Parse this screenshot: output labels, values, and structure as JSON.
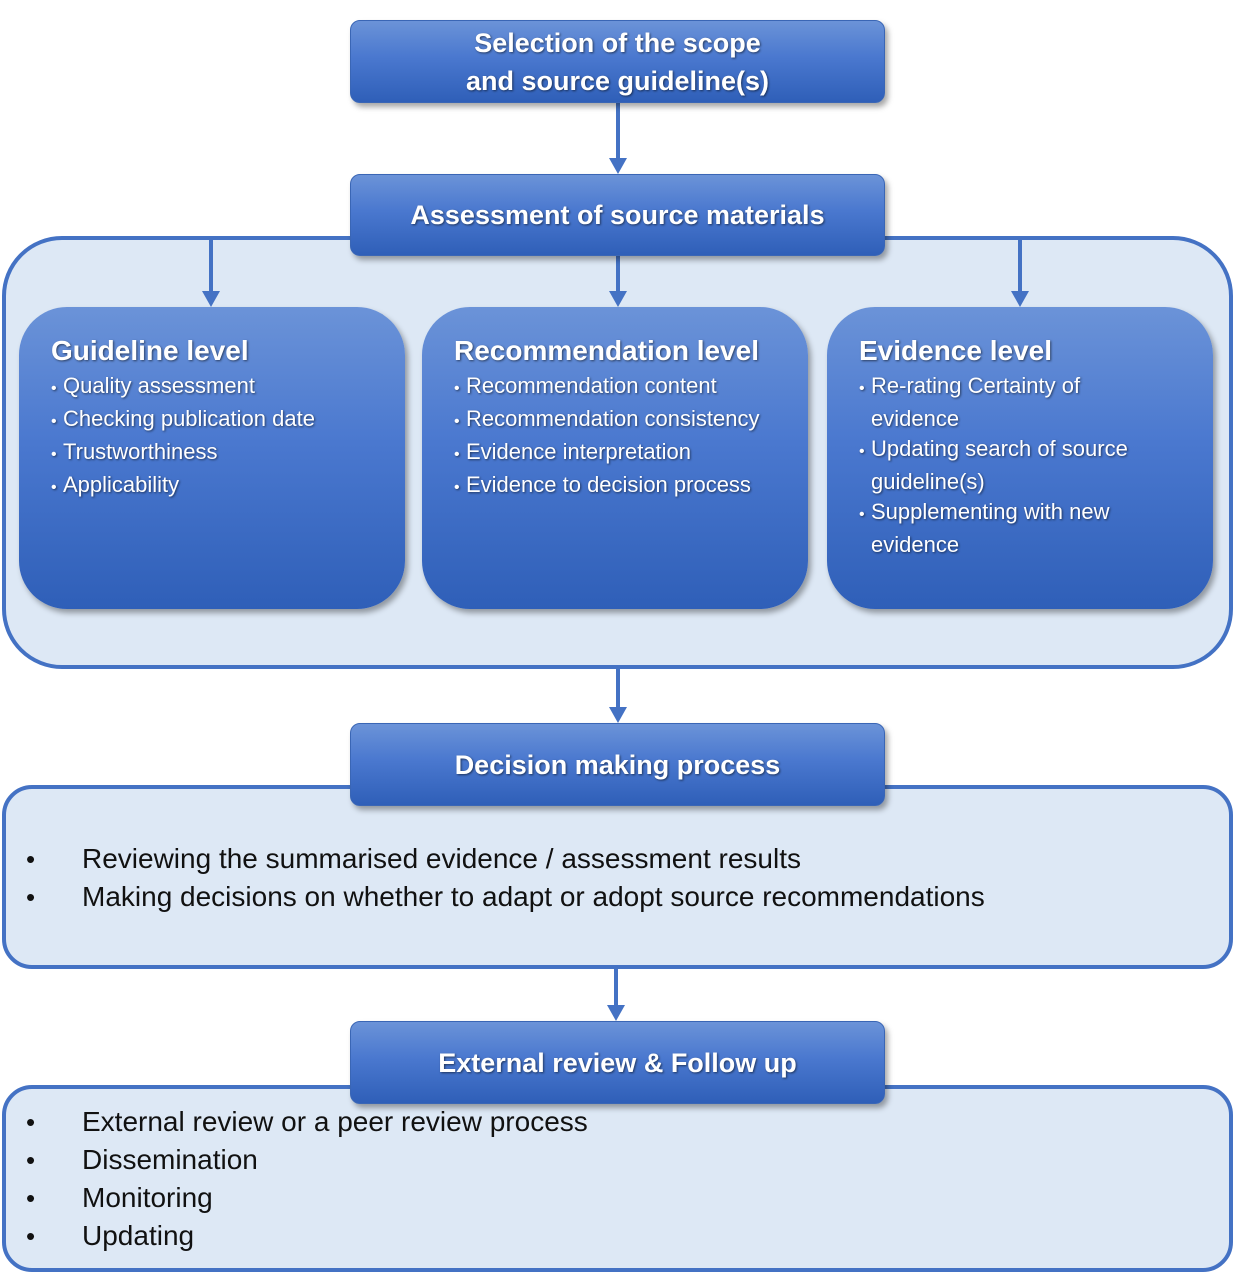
{
  "steps": {
    "scope": {
      "line1": "Selection of the scope",
      "line2": "and source guideline(s)"
    },
    "assessment": {
      "title": "Assessment of source materials"
    },
    "decision": {
      "title": "Decision making process"
    },
    "review": {
      "title": "External review & Follow up"
    }
  },
  "levels": {
    "guideline": {
      "title": "Guideline  level",
      "items": [
        "Quality assessment",
        "Checking publication date",
        "Trustworthiness",
        "Applicability"
      ]
    },
    "recommendation": {
      "title": "Recommendation level",
      "items": [
        "Recommendation content",
        "Recommendation consistency",
        "Evidence interpretation",
        "Evidence to decision process"
      ]
    },
    "evidence": {
      "title": "Evidence level",
      "items": [
        "Re-rating Certainty of evidence",
        "Updating search of source guideline(s)",
        "Supplementing with new evidence"
      ]
    }
  },
  "decision_items": [
    "Reviewing the summarised evidence / assessment results",
    "Making decisions on whether to adapt or adopt source recommendations"
  ],
  "review_items": [
    "External review or a peer review process",
    "Dissemination",
    "Monitoring",
    "Updating"
  ],
  "colors": {
    "box_fill": "#4a78cf",
    "panel_fill": "#dde8f5",
    "border": "#4472c4",
    "arrow": "#4472c4"
  }
}
